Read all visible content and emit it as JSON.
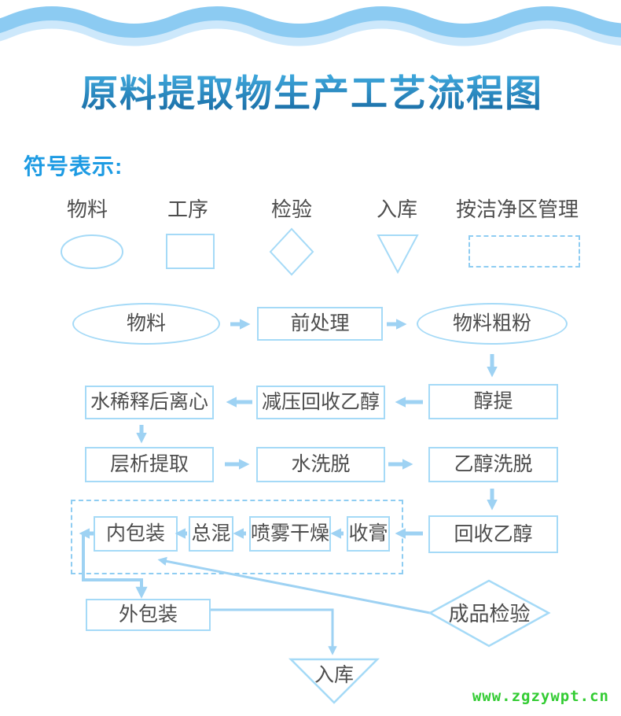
{
  "header": {
    "title": "原料提取物生产工艺流程图",
    "legend_heading": "符号表示:"
  },
  "legend": {
    "items": [
      {
        "label": "物料",
        "shape": "ellipse"
      },
      {
        "label": "工序",
        "shape": "rect"
      },
      {
        "label": "检验",
        "shape": "diamond"
      },
      {
        "label": "入库",
        "shape": "triangle"
      },
      {
        "label": "按洁净区管理",
        "shape": "dashed-rect"
      }
    ]
  },
  "flow": {
    "nodes": {
      "material": "物料",
      "pretreatment": "前处理",
      "coarse_powder": "物料粗粉",
      "centrifuge": "水稀释后离心",
      "vacuum_recovery": "减压回收乙醇",
      "alcohol_extraction": "醇提",
      "chromatography": "层析提取",
      "water_elution": "水洗脱",
      "ethanol_elution": "乙醇洗脱",
      "inner_packaging": "内包装",
      "total_mixing": "总混",
      "spray_drying": "喷雾干燥",
      "paste_collection": "收膏",
      "ethanol_recovery": "回收乙醇",
      "outer_packaging": "外包装",
      "product_inspection": "成品检验",
      "warehousing": "入库"
    }
  },
  "footer": {
    "watermark": "www.zgzywpt.cn"
  },
  "colors": {
    "box_border_blue": "#a5daf7",
    "arrow_blue": "#9ed2f3",
    "dashed_blue": "#8fcdf2",
    "title_gradient_top": "#41abdf",
    "title_gradient_bottom": "#1769a2",
    "legend_heading_blue": "#1d9be3",
    "text_gray": "#4d4d4d",
    "wave_dark": "#8ccbf2",
    "wave_light": "#cde8fb",
    "watermark_green": "#33cc33"
  }
}
